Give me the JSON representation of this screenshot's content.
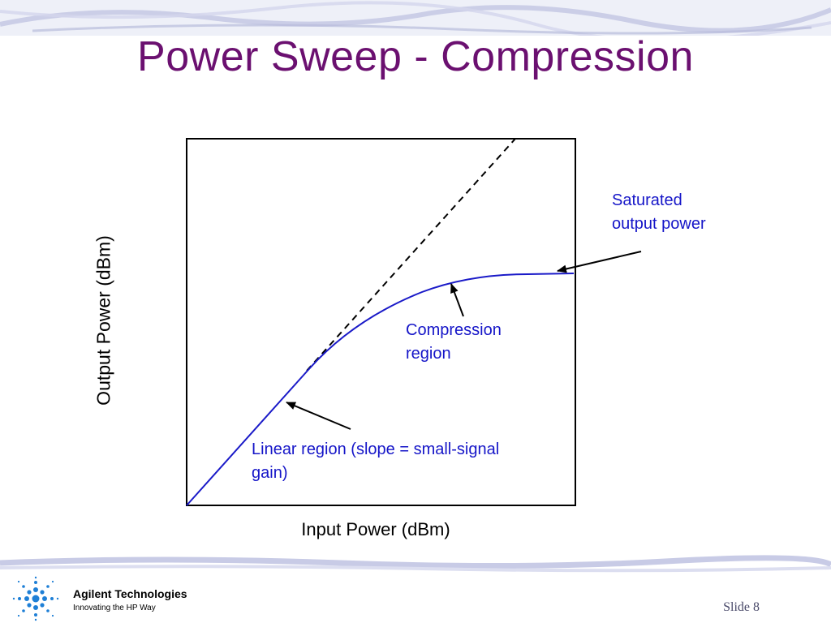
{
  "slide": {
    "title": "Power Sweep - Compression",
    "slide_label": "Slide 8"
  },
  "diagram": {
    "y_axis_label": "Output Power (dBm)",
    "x_axis_label": "Input Power (dBm)",
    "annotations": {
      "saturated": [
        "Saturated",
        "output power"
      ],
      "compression": [
        "Compression",
        "region"
      ],
      "linear": [
        "Linear region (slope = small-signal",
        "gain)"
      ]
    }
  },
  "footer": {
    "company": "Agilent Technologies",
    "tagline": "Innovating the HP Way"
  },
  "colors": {
    "title": "#6b1070",
    "curve": "#1a1ac8",
    "annotation": "#1515c8",
    "band": "#c8cbe6"
  }
}
